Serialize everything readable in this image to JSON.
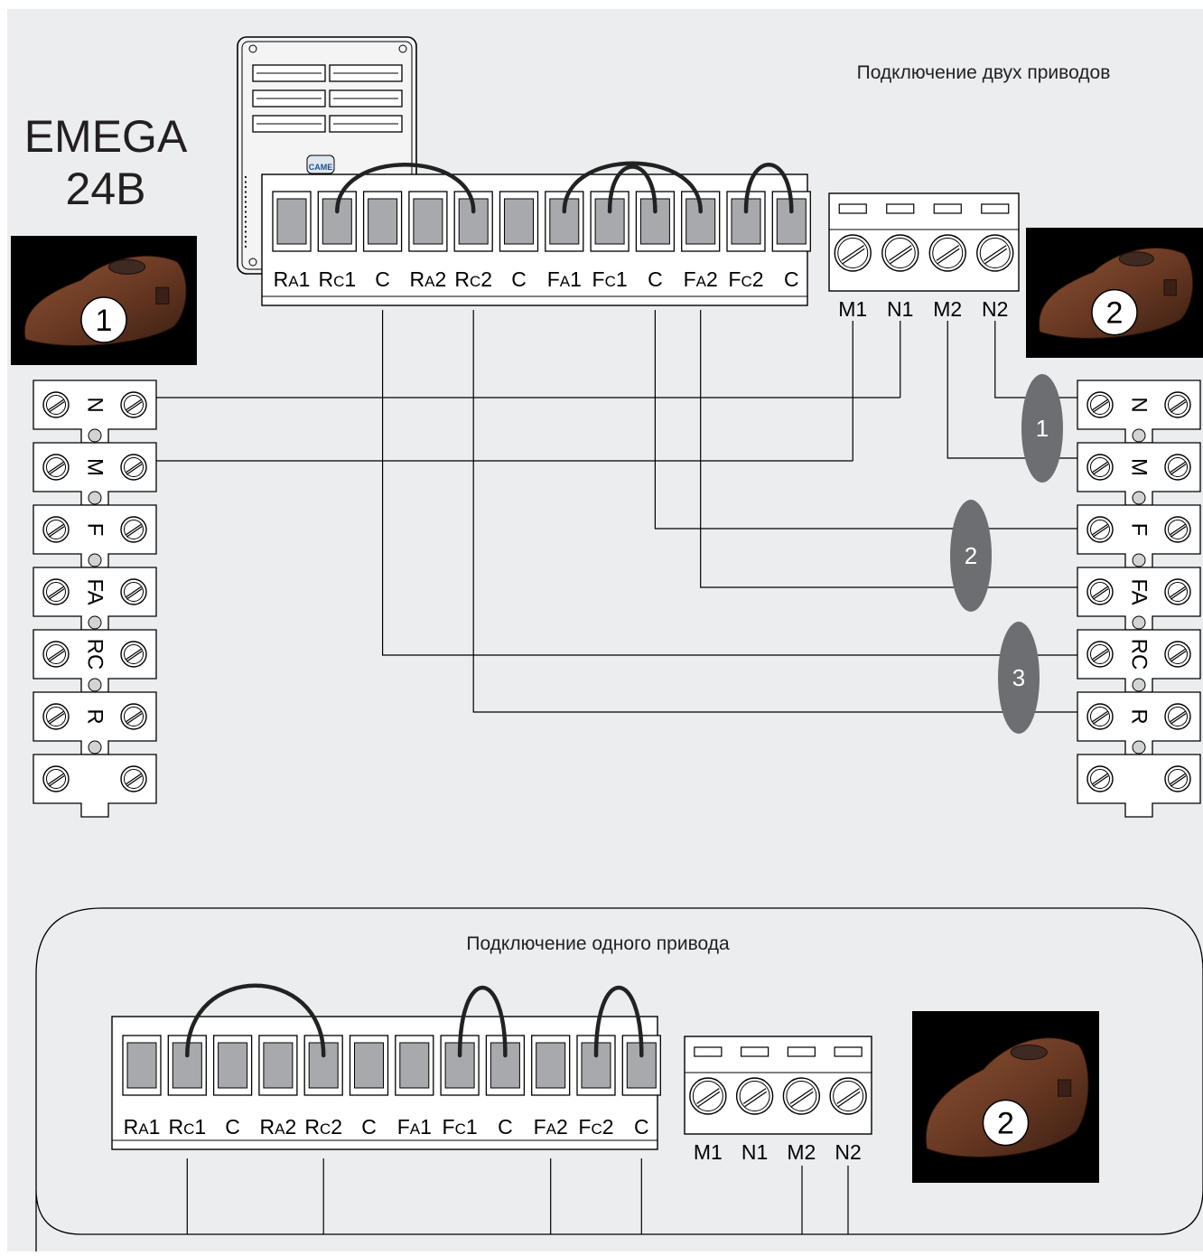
{
  "device_title": [
    "EMEGA",
    "24B"
  ],
  "two_drives_caption": "Подключение двух приводов",
  "one_drive_caption": "Подключение одного привода",
  "controller_logo": "CAME",
  "main_terminals": [
    "RA1",
    "RC1",
    "C",
    "RA2",
    "RC2",
    "C",
    "FA1",
    "FC1",
    "C",
    "FA2",
    "FC2",
    "C"
  ],
  "motor_terminals": [
    "M1",
    "N1",
    "M2",
    "N2"
  ],
  "motor_block_labels": [
    "N",
    "M",
    "F",
    "FA",
    "RC",
    "R"
  ],
  "drive_badges": {
    "left": "1",
    "right": "2",
    "single": "2"
  },
  "wire_groups": [
    "1",
    "2",
    "3"
  ],
  "colors": {
    "background": "#ebedef",
    "drive_photo_bg": "#000000",
    "drive_body": "#6b3a24",
    "jumper": "#222222",
    "terminal_fill": "#a7a9ac",
    "group_ellipse": "#6d6e71"
  }
}
